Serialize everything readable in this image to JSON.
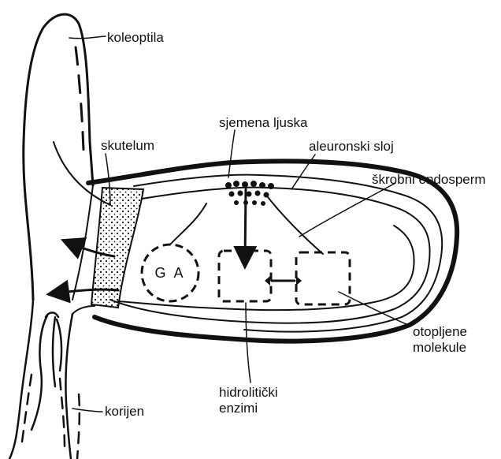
{
  "colors": {
    "ink": "#111111",
    "background": "#ffffff"
  },
  "labels": {
    "koleoptila": "koleoptila",
    "sjemena_ljuska": "sjemena ljuska",
    "skutelum": "skutelum",
    "aleuronski_sloj": "aleuronski sloj",
    "skrobni_endosperm": "škrobni endosperm",
    "ga": "G A",
    "otopljene_line1": "otopljene",
    "otopljene_line2": "molekule",
    "hidroliticki_line1": "hidrolitički",
    "hidroliticki_line2": "enzimi",
    "korijen": "korijen"
  }
}
